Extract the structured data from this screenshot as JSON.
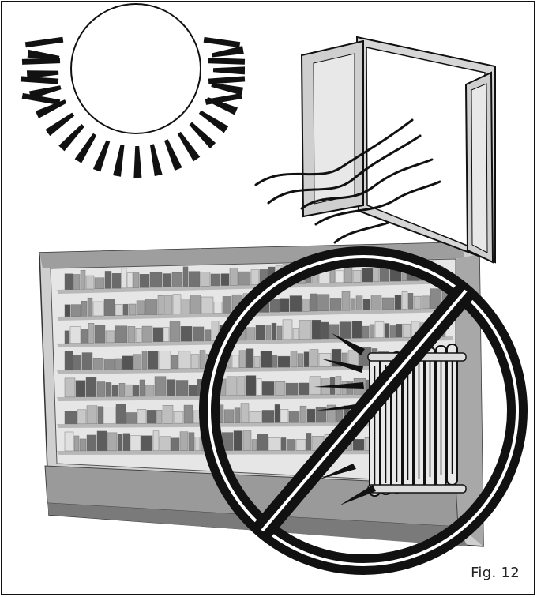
{
  "figure": {
    "caption": "Fig. 12"
  },
  "colors": {
    "line": "#111111",
    "cabinet": "#bdbdbd",
    "shelf": "#d9d9d9",
    "sign": "#111111"
  },
  "icons": [
    "sun-icon",
    "open-window-icon",
    "draft-lines",
    "refrigerated-display-case",
    "radiator-icon",
    "prohibition-sign-icon",
    "heat-rays"
  ]
}
